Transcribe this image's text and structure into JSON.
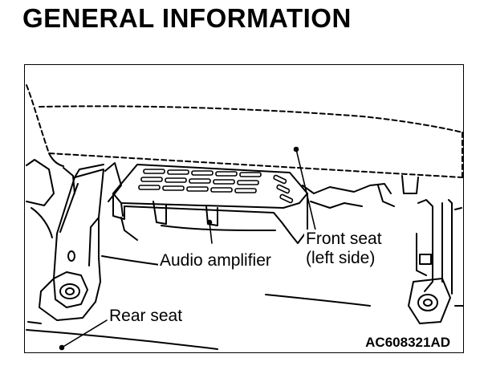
{
  "page": {
    "heading": "GENERAL INFORMATION"
  },
  "figure": {
    "callouts": {
      "front_seat_line1": "Front seat",
      "front_seat_line2": "(left side)",
      "audio_amplifier": "Audio amplifier",
      "rear_seat": "Rear seat"
    },
    "code": "AC608321AD"
  }
}
